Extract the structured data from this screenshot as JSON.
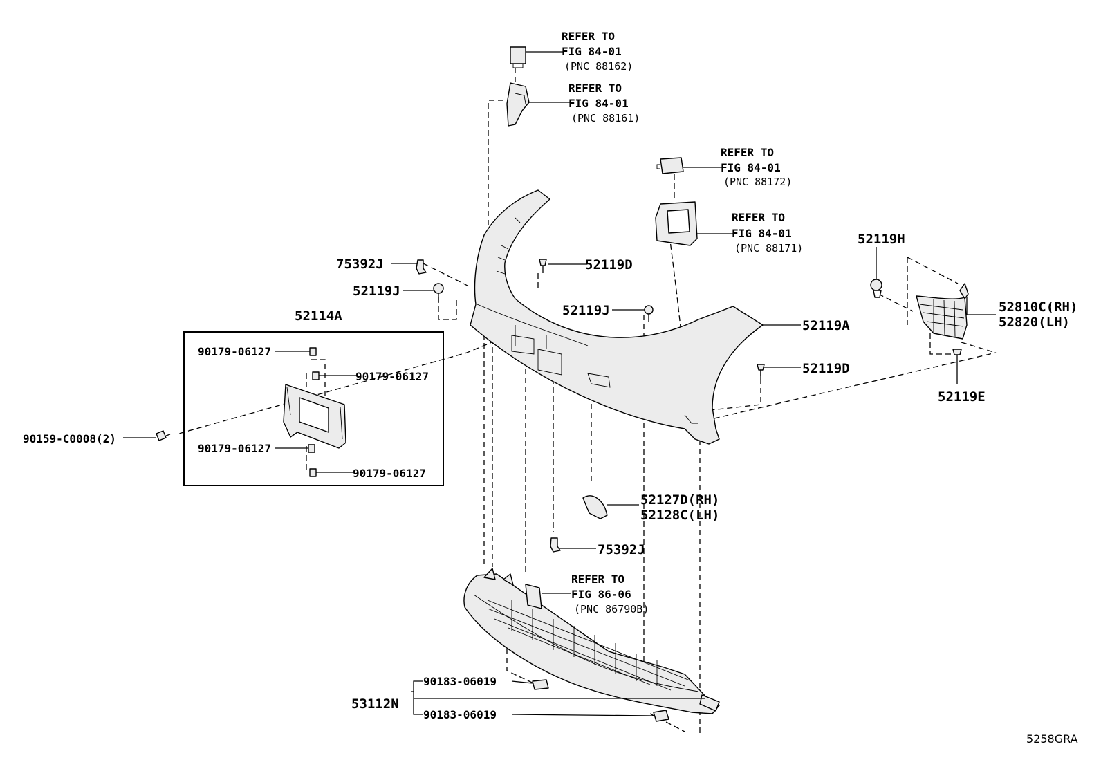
{
  "diagram": {
    "code": "5258GRA",
    "refs": {
      "r88162": {
        "l1": "REFER TO",
        "l2": "FIG 84-01",
        "pnc": "(PNC 88162)"
      },
      "r88161": {
        "l1": "REFER TO",
        "l2": "FIG 84-01",
        "pnc": "(PNC 88161)"
      },
      "r88172": {
        "l1": "REFER TO",
        "l2": "FIG 84-01",
        "pnc": "(PNC 88172)"
      },
      "r88171": {
        "l1": "REFER TO",
        "l2": "FIG 84-01",
        "pnc": "(PNC 88171)"
      },
      "r86790": {
        "l1": "REFER TO",
        "l2": "FIG 86-06",
        "pnc": "(PNC 86790B)"
      }
    },
    "parts": {
      "p75392j_top": "75392J",
      "p52119d_top": "52119D",
      "p52119j_left": "52119J",
      "p52119j_mid": "52119J",
      "p52114a": "52114A",
      "p90179_1": "90179-06127",
      "p90179_2": "90179-06127",
      "p90179_3": "90179-06127",
      "p90179_4": "90179-06127",
      "p90159": "90159-C0008(2)",
      "p52119a": "52119A",
      "p52119d_right": "52119D",
      "p52119h": "52119H",
      "p52810c": "52810C(RH)",
      "p52820": "52820(LH)",
      "p52119e": "52119E",
      "p52127d": "52127D(RH)",
      "p52128c": "52128C(LH)",
      "p75392j_low": "75392J",
      "p53112n": "53112N",
      "p90183_1": "90183-06019",
      "p90183_2": "90183-06019"
    }
  }
}
